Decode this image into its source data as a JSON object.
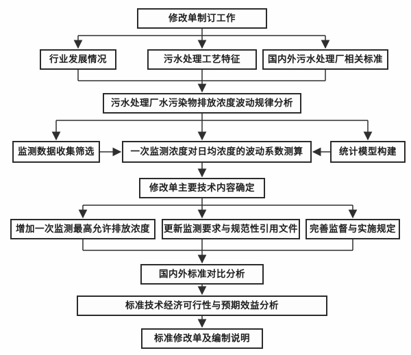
{
  "flowchart": {
    "colors": {
      "line": "#2f2f2f",
      "box_border": "#2b2b2b",
      "text": "#1d1d1d",
      "background": "#ffffff"
    },
    "nodes": [
      {
        "id": "root",
        "label": "修改单制订工作"
      },
      {
        "id": "industry-development",
        "label": "行业发展情况"
      },
      {
        "id": "treatment-process",
        "label": "污水处理工艺特征"
      },
      {
        "id": "domestic-foreign-plant-standards",
        "label": "国内外污水处理厂相关标准"
      },
      {
        "id": "fluctuation-law-analysis",
        "label": "污水处理厂水污染物排放浓度波动规律分析"
      },
      {
        "id": "monitoring-data-collection",
        "label": "监测数据收集筛选"
      },
      {
        "id": "fluctuation-coefficient-calculation",
        "label": "一次监测浓度对日均浓度的波动系数测算"
      },
      {
        "id": "statistical-model-building",
        "label": "统计模型构建"
      },
      {
        "id": "main-technical-content",
        "label": "修改单主要技术内容确定"
      },
      {
        "id": "add-max-allowable-concentration",
        "label": "增加一次监测最高允许排放浓度"
      },
      {
        "id": "update-monitoring-requirements",
        "label": "更新监测要求与规范性引用文件"
      },
      {
        "id": "improve-supervision-rules",
        "label": "完善监督与实施规定"
      },
      {
        "id": "standards-comparison",
        "label": "国内外标准对比分析"
      },
      {
        "id": "feasibility-benefit-analysis",
        "label": "标准技术经济可行性与预期效益分析"
      },
      {
        "id": "amendment-and-explanation",
        "label": "标准修改单及编制说明"
      }
    ],
    "edges": [
      {
        "from": "root",
        "to": "industry-development"
      },
      {
        "from": "root",
        "to": "treatment-process"
      },
      {
        "from": "root",
        "to": "domestic-foreign-plant-standards"
      },
      {
        "from": "industry-development",
        "to": "fluctuation-law-analysis"
      },
      {
        "from": "treatment-process",
        "to": "fluctuation-law-analysis"
      },
      {
        "from": "domestic-foreign-plant-standards",
        "to": "fluctuation-law-analysis"
      },
      {
        "from": "fluctuation-law-analysis",
        "to": "monitoring-data-collection"
      },
      {
        "from": "fluctuation-law-analysis",
        "to": "fluctuation-coefficient-calculation"
      },
      {
        "from": "fluctuation-law-analysis",
        "to": "statistical-model-building"
      },
      {
        "from": "monitoring-data-collection",
        "to": "fluctuation-coefficient-calculation"
      },
      {
        "from": "statistical-model-building",
        "to": "fluctuation-coefficient-calculation"
      },
      {
        "from": "fluctuation-coefficient-calculation",
        "to": "main-technical-content"
      },
      {
        "from": "main-technical-content",
        "to": "add-max-allowable-concentration"
      },
      {
        "from": "main-technical-content",
        "to": "update-monitoring-requirements"
      },
      {
        "from": "main-technical-content",
        "to": "improve-supervision-rules"
      },
      {
        "from": "add-max-allowable-concentration",
        "to": "standards-comparison"
      },
      {
        "from": "update-monitoring-requirements",
        "to": "standards-comparison"
      },
      {
        "from": "improve-supervision-rules",
        "to": "standards-comparison"
      },
      {
        "from": "standards-comparison",
        "to": "feasibility-benefit-analysis"
      },
      {
        "from": "feasibility-benefit-analysis",
        "to": "amendment-and-explanation"
      }
    ]
  }
}
